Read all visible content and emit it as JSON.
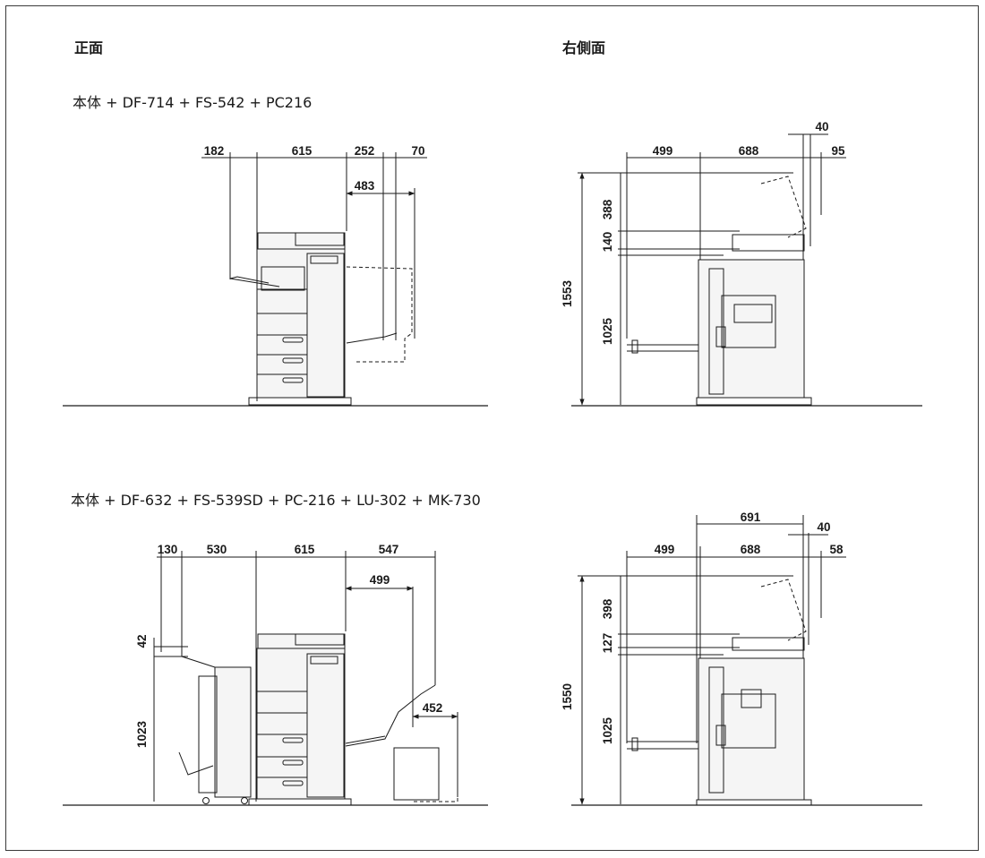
{
  "headings": {
    "front": "正面",
    "side": "右側面"
  },
  "configs": {
    "top": "本体 + DF-714 + FS-542 + PC216",
    "bottom": "本体 + DF-632 + FS-539SD + PC-216 + LU-302 + MK-730"
  },
  "dims": {
    "top_front": {
      "d182": "182",
      "d615": "615",
      "d252": "252",
      "d70": "70",
      "d483": "483"
    },
    "top_side": {
      "d499": "499",
      "d688": "688",
      "d40": "40",
      "d95": "95",
      "d388": "388",
      "d140": "140",
      "d1553": "1553",
      "d1025": "1025"
    },
    "bottom_front": {
      "d130": "130",
      "d530": "530",
      "d615": "615",
      "d547": "547",
      "d499": "499",
      "d452": "452",
      "d42": "42",
      "d1023": "1023"
    },
    "bottom_side": {
      "d691": "691",
      "d499": "499",
      "d688": "688",
      "d40": "40",
      "d58": "58",
      "d398": "398",
      "d127": "127",
      "d1550": "1550",
      "d1025": "1025"
    }
  },
  "colors": {
    "line": "#1a1a1a",
    "frame": "#3a3a3a",
    "fill": "#f2f2f2"
  }
}
